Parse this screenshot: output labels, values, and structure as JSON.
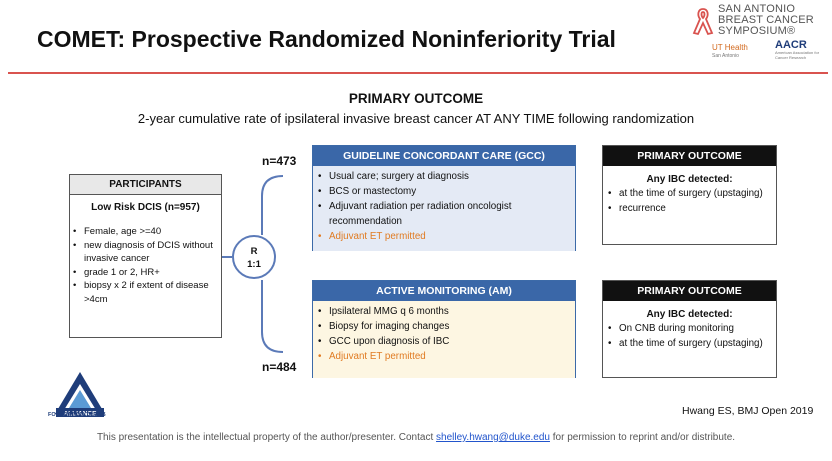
{
  "header": {
    "title": "COMET: Prospective Randomized Noninferiority Trial",
    "logo_lines": [
      "SAN ANTONIO",
      "BREAST CANCER",
      "SYMPOSIUM®"
    ],
    "ut_health": "UT Health",
    "ut_health_sub": "San Antonio",
    "aacr": "AACR",
    "aacr_sub": "American Association for Cancer Research"
  },
  "outcome": {
    "heading": "PRIMARY OUTCOME",
    "description": "2-year cumulative rate of ipsilateral invasive breast cancer AT ANY TIME following randomization"
  },
  "participants": {
    "header": "PARTICIPANTS",
    "subheader": "Low Risk DCIS (n=957)",
    "items": [
      "Female, age >=40",
      "new diagnosis of DCIS without invasive cancer",
      "grade 1 or 2, HR+",
      "biopsy x 2 if extent of disease >4cm"
    ]
  },
  "randomization": {
    "line1": "R",
    "line2": "1:1"
  },
  "arms": {
    "gcc": {
      "n": "n=473",
      "header": "GUIDELINE CONCORDANT CARE (GCC)",
      "items": [
        "Usual care; surgery at diagnosis",
        "BCS or mastectomy",
        "Adjuvant radiation per radiation oncologist recommendation",
        "Adjuvant ET permitted"
      ]
    },
    "am": {
      "n": "n=484",
      "header": "ACTIVE MONITORING (AM)",
      "items": [
        "Ipsilateral MMG q 6 months",
        "Biopsy for imaging changes",
        "GCC upon diagnosis of IBC",
        "Adjuvant ET permitted"
      ]
    }
  },
  "primary_outcomes": [
    {
      "header": "PRIMARY OUTCOME",
      "subheader": "Any IBC detected:",
      "items": [
        "at the time of surgery (upstaging)",
        "recurrence"
      ]
    },
    {
      "header": "PRIMARY OUTCOME",
      "subheader": "Any IBC detected:",
      "items": [
        "On CNB during monitoring",
        "at the time of surgery (upstaging)"
      ]
    }
  ],
  "citation": "Hwang ES, BMJ Open 2019",
  "alliance_label": "ALLIANCE",
  "alliance_sub": "FOUNDATION TRIALS",
  "footer": {
    "before": "This presentation is the intellectual property of the author/presenter. Contact ",
    "email": "shelley.hwang@duke.edu",
    "after": " for permission to reprint and/or distribute."
  },
  "colors": {
    "accent_red": "#d9534f",
    "arm_blue": "#3a67a8",
    "gcc_fill": "#e4eaf5",
    "am_fill": "#fdf6e2",
    "highlight_orange": "#e07b22"
  }
}
